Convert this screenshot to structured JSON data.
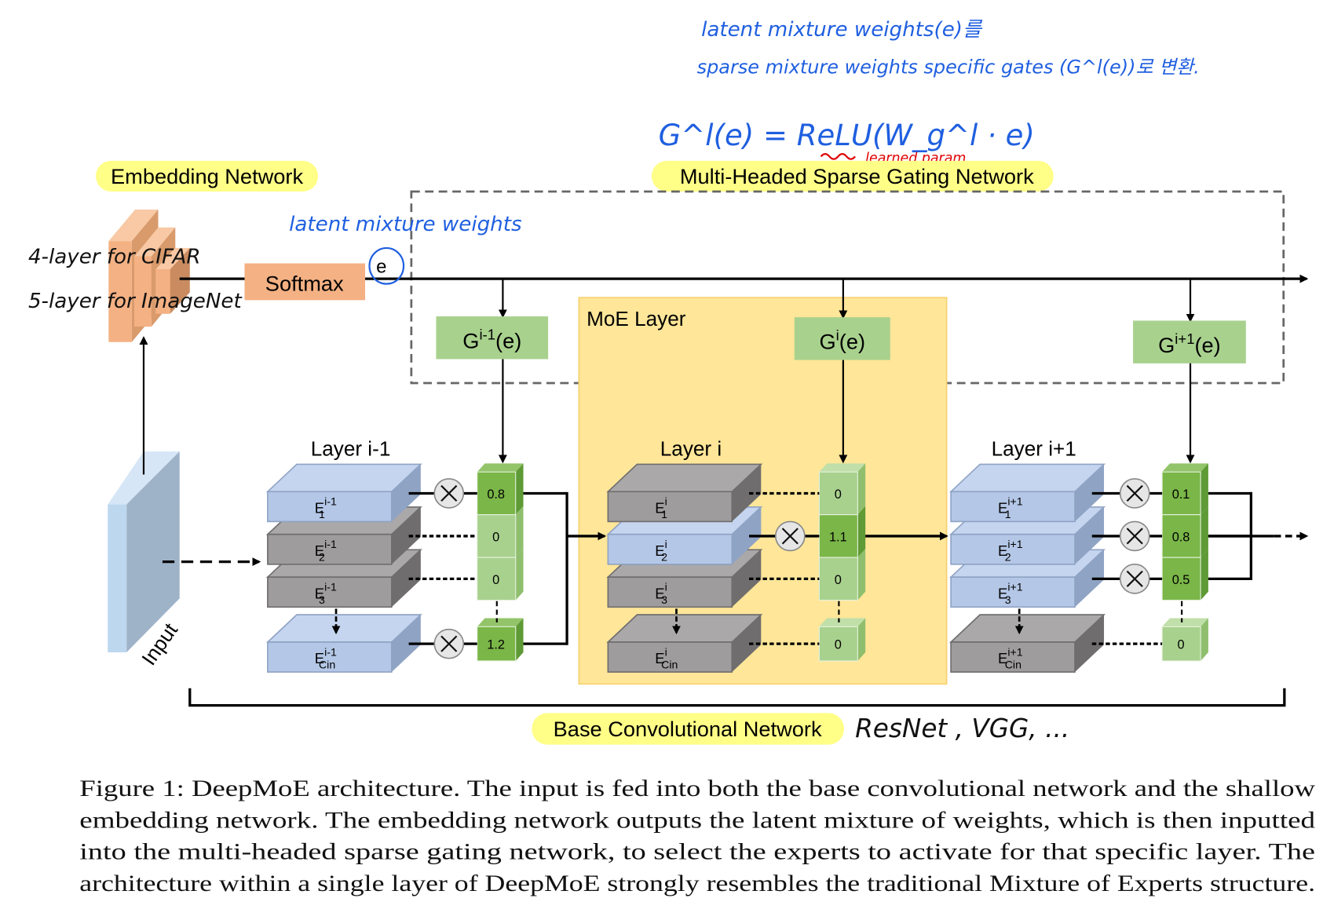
{
  "annotations": {
    "note_line1": "latent mixture weights(e)를",
    "note_line2": "sparse mixture weights specific gates (G^l(e))로 변환.",
    "formula": "G^l(e) = ReLU(W_g^l · e)",
    "learned_param": "learned param",
    "latent_weights": "latent mixture weights",
    "cifar": "4-layer for CIFAR",
    "imagenet": "5-layer for ImageNet",
    "backbones": "ResNet , VGG, ..."
  },
  "labels": {
    "embedding_network": "Embedding Network",
    "gating_network": "Multi-Headed Sparse Gating Network",
    "softmax": "Softmax",
    "e": "e",
    "moe_layer": "MoE Layer",
    "input": "Input",
    "base_network": "Base Convolutional Network"
  },
  "colors": {
    "highlight": "#ffff88",
    "orange": "#f4b183",
    "moe_bg": "#ffe699",
    "gate_box": "#a9d18e",
    "gate_active": "#7ab648",
    "gate_inactive": "#a9d18e",
    "expert_active": "#b4c7e7",
    "expert_inactive": "#9e9c9c",
    "handwriting": "#1f5fe0",
    "red_note": "#e00000"
  },
  "layers": [
    {
      "label": "Layer i-1",
      "gate": "G",
      "gate_sup": "i-1",
      "gate_arg": "(e)",
      "sup": "i-1",
      "experts": [
        {
          "sub": "1",
          "active": true,
          "gate": "0.8"
        },
        {
          "sub": "2",
          "active": false,
          "gate": "0"
        },
        {
          "sub": "3",
          "active": false,
          "gate": "0"
        },
        {
          "sub": "Cin",
          "active": true,
          "gate": "1.2"
        }
      ]
    },
    {
      "label": "Layer i",
      "gate": "G",
      "gate_sup": "i",
      "gate_arg": "(e)",
      "sup": "i",
      "experts": [
        {
          "sub": "1",
          "active": false,
          "gate": "0"
        },
        {
          "sub": "2",
          "active": true,
          "gate": "1.1"
        },
        {
          "sub": "3",
          "active": false,
          "gate": "0"
        },
        {
          "sub": "Cin",
          "active": false,
          "gate": "0"
        }
      ]
    },
    {
      "label": "Layer i+1",
      "gate": "G",
      "gate_sup": "i+1",
      "gate_arg": "(e)",
      "sup": "i+1",
      "experts": [
        {
          "sub": "1",
          "active": true,
          "gate": "0.1"
        },
        {
          "sub": "2",
          "active": true,
          "gate": "0.8"
        },
        {
          "sub": "3",
          "active": true,
          "gate": "0.5"
        },
        {
          "sub": "Cin",
          "active": false,
          "gate": "0"
        }
      ]
    }
  ],
  "caption": [
    "Figure 1: DeepMoE architecture. The input is fed into both the base convolutional network and the shallow",
    "embedding network. The embedding network outputs the latent mixture of weights, which is then inputted",
    "into the multi-headed sparse gating network, to select the experts to activate for that specific layer. The",
    "architecture within a single layer of DeepMoE strongly resembles the traditional Mixture of Experts structure."
  ]
}
